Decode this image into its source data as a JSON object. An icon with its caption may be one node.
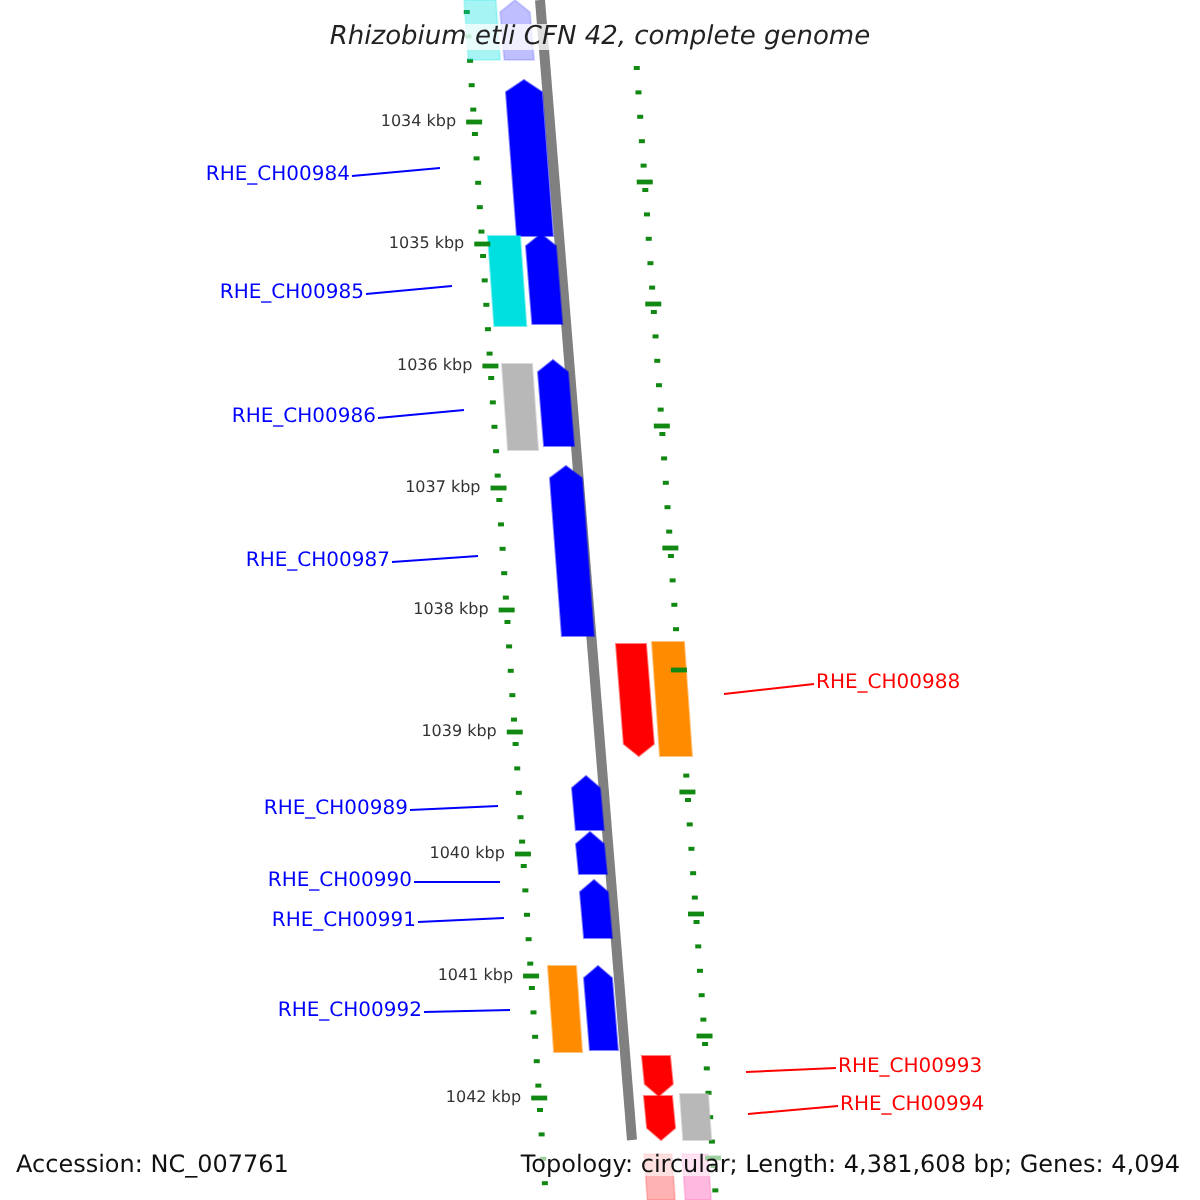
{
  "diagram": {
    "title": "Rhizobium etli CFN 42, complete genome",
    "nodes": [
      {
        "text": [
          "RHE_CH00984"
        ]
      },
      {
        "text": [
          "RHE_CH00985"
        ]
      },
      {
        "text": [
          "RHE_CH00986"
        ]
      },
      {
        "text": [
          "RHE_CH00987"
        ]
      },
      {
        "text": [
          "RHE_CH00988"
        ]
      },
      {
        "text": [
          "RHE_CH00989"
        ]
      },
      {
        "text": [
          "RHE_CH00990"
        ]
      },
      {
        "text": [
          "RHE_CH00991"
        ]
      },
      {
        "text": [
          "RHE_CH00992"
        ]
      },
      {
        "text": [
          "RHE_CH00993"
        ]
      },
      {
        "text": [
          "RHE_CH00994"
        ]
      }
    ],
    "edges": [
      {
        "from": 0,
        "to": null,
        "arrow": "none"
      },
      {
        "from": 1,
        "to": null,
        "arrow": "none"
      },
      {
        "from": 2,
        "to": null,
        "arrow": "none"
      },
      {
        "from": 3,
        "to": null,
        "arrow": "none"
      },
      {
        "from": 4,
        "to": null,
        "arrow": "none",
        "color": "#ff0000"
      },
      {
        "from": 5,
        "to": null,
        "arrow": "none"
      },
      {
        "from": 6,
        "to": null,
        "arrow": "none"
      },
      {
        "from": 7,
        "to": null,
        "arrow": "none"
      },
      {
        "from": 8,
        "to": null,
        "arrow": "none"
      },
      {
        "from": 9,
        "to": null,
        "arrow": "none",
        "color": "#ff0000"
      },
      {
        "from": 10,
        "to": null,
        "arrow": "none",
        "color": "#ff0000"
      }
    ],
    "labels": [
      "1034 kbp",
      "1035 kbp",
      "1036 kbp",
      "1037 kbp",
      "1038 kbp",
      "1039 kbp",
      "1040 kbp",
      "1041 kbp",
      "1042 kbp",
      "Accession: NC_007761",
      "Topology: circular; Length: 4,381,608 bp; Genes: 4,094"
    ]
  }
}
